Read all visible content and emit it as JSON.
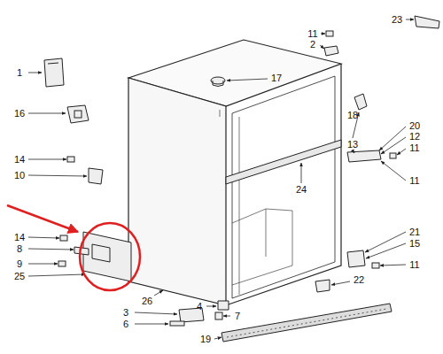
{
  "diagram": {
    "labels": [
      "1",
      "23",
      "11",
      "2",
      "17",
      "16",
      "18",
      "13",
      "20",
      "12",
      "11",
      "14",
      "10",
      "11",
      "24",
      "14",
      "8",
      "9",
      "21",
      "15",
      "25",
      "11",
      "26",
      "22",
      "4",
      "7",
      "3",
      "6",
      "19"
    ]
  }
}
